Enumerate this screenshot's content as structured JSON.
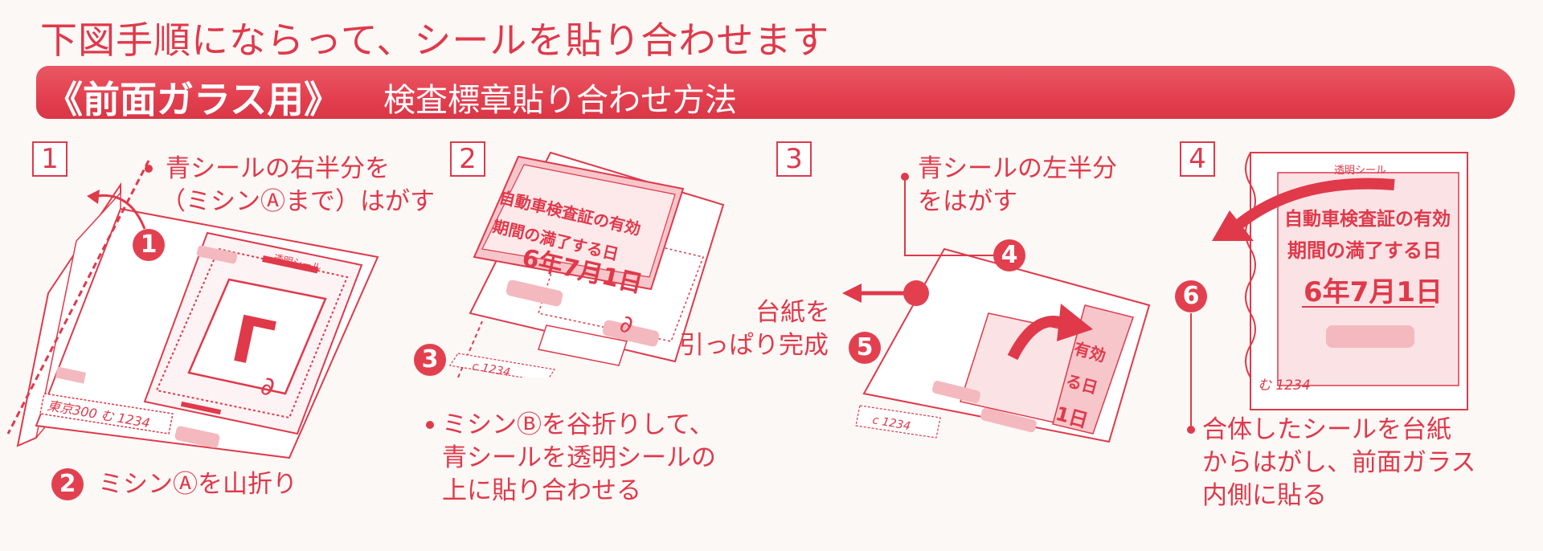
{
  "headline": "下図手順にならって、シールを貼り合わせます",
  "banner": {
    "bold": "《前面ガラス用》",
    "rest": "検査標章貼り合わせ方法"
  },
  "steps": [
    {
      "label": "1"
    },
    {
      "label": "2"
    },
    {
      "label": "3"
    },
    {
      "label": "4"
    }
  ],
  "instructions": {
    "i1_line1": "青シールの右半分を",
    "i1_line2": "（ミシンⒶまで）はがす",
    "i2": "ミシンⒶを山折り",
    "i3_line1": "ミシンⒷを谷折りして、",
    "i3_line2": "青シールを透明シールの",
    "i3_line3": "上に貼り合わせる",
    "i4_line1": "青シールの左半分",
    "i4_line2": "をはがす",
    "i5_line1": "台紙を",
    "i5_line2": "引っぱり完成",
    "i6_line1": "合体したシールを台紙",
    "i6_line2": "からはがし、前面ガラス",
    "i6_line3": "内側に貼る"
  },
  "numbers": [
    "1",
    "2",
    "3",
    "4",
    "5",
    "6"
  ],
  "sticker": {
    "transparent_label": "透明シール",
    "line1": "自動車検査証の有効",
    "line2": "期間の満了する日",
    "date": "6年7月1日",
    "plate_full": "東京300 む 1234",
    "plate_short": "む 1234",
    "plate_short2": "c 1234",
    "partial1": "自動車検査証の有効",
    "partial2": "期間の満了する日",
    "partial_date": "6年7月1日",
    "frag1": "有効",
    "frag2": "る日",
    "frag3": "1日",
    "corner": "∂",
    "big_mark": "Γ"
  },
  "colors": {
    "red": "#e0394a",
    "pink": "#f3b9bf",
    "light": "#fbe3e5"
  }
}
